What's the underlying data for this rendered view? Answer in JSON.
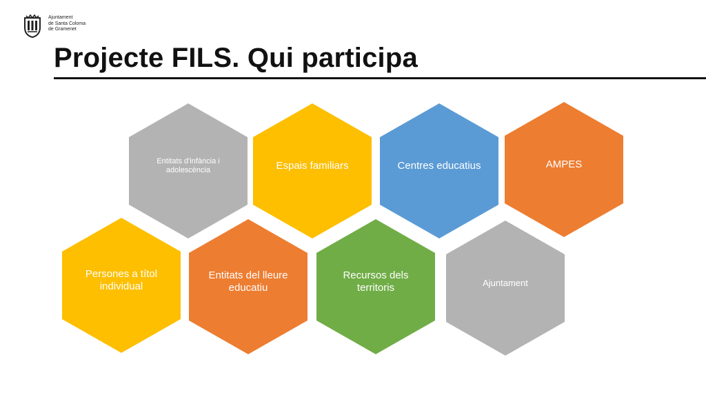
{
  "header": {
    "logo_lines": [
      "Ajuntament",
      "de Santa Coloma",
      "de Gramenet"
    ],
    "title": "Projecte FILS. Qui participa"
  },
  "participants": [
    {
      "label": "Entitats d'infància i adolescència",
      "color": "#b3b3b3"
    },
    {
      "label": "Espais familiars",
      "color": "#fdbf00"
    },
    {
      "label": "Centres educatius",
      "color": "#5b9bd5"
    },
    {
      "label": "AMPES",
      "color": "#ed7d31"
    },
    {
      "label": "Persones a títol individual",
      "color": "#fdbf00"
    },
    {
      "label": "Entitats del lleure educatiu",
      "color": "#ed7d31"
    },
    {
      "label": "Recursos dels territoris",
      "color": "#70ad47"
    },
    {
      "label": "Ajuntament",
      "color": "#b3b3b3"
    }
  ]
}
